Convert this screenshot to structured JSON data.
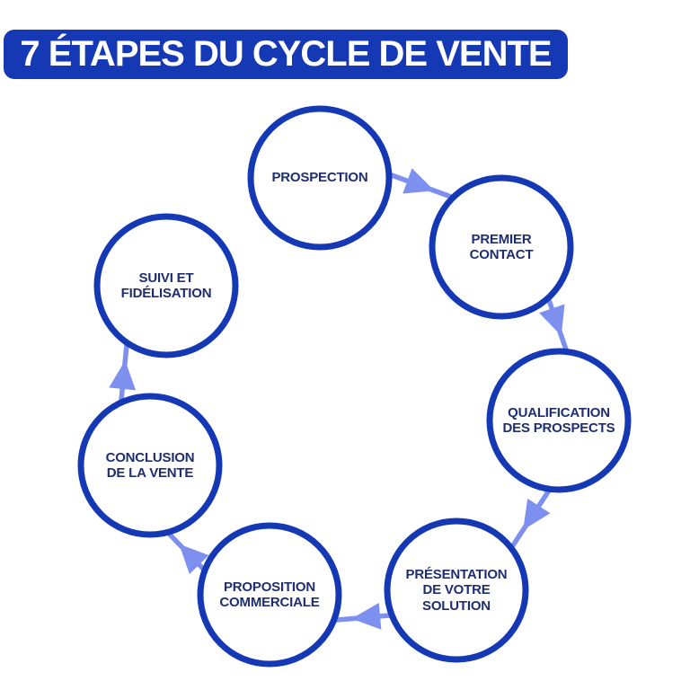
{
  "title": {
    "text": "7 ÉTAPES DU CYCLE DE VENTE"
  },
  "palette": {
    "primary_blue": "#1538B5",
    "label_navy": "#1F2E6E",
    "arrow_blue": "#7E90EF",
    "background": "#FFFFFF",
    "title_text": "#FFFFFF"
  },
  "diagram": {
    "type": "cycle",
    "flow_direction": "clockwise",
    "arrow_count": 6,
    "steps": [
      {
        "order": 1,
        "label": "PROSPECTION"
      },
      {
        "order": 2,
        "label": "PREMIER\nCONTACT"
      },
      {
        "order": 3,
        "label": "QUALIFICATION\nDES PROSPECTS"
      },
      {
        "order": 4,
        "label": "PRÉSENTATION\nDE VOTRE\nSOLUTION"
      },
      {
        "order": 5,
        "label": "PROPOSITION\nCOMMERCIALE"
      },
      {
        "order": 6,
        "label": "CONCLUSION\nDE LA VENTE"
      },
      {
        "order": 7,
        "label": "SUIVI ET\nFIDÉLISATION"
      }
    ]
  }
}
